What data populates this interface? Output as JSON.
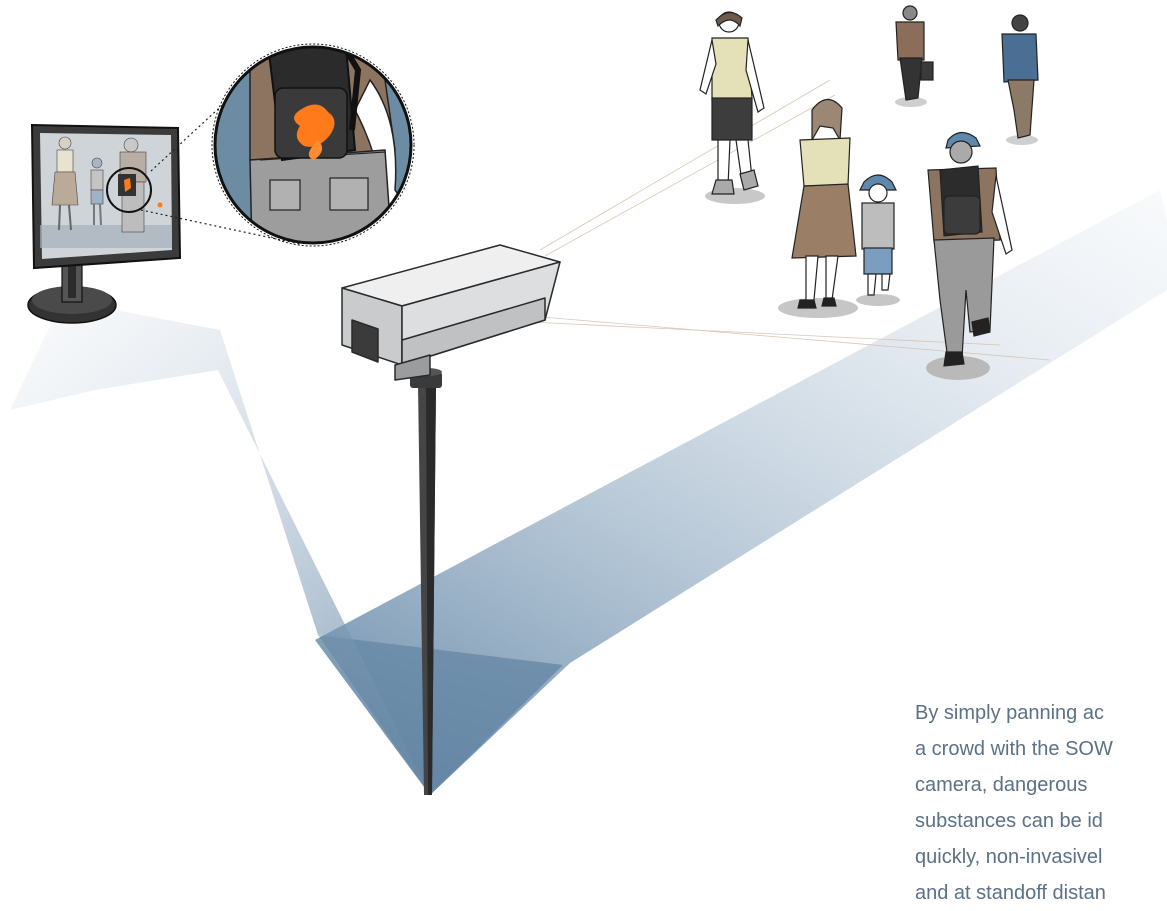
{
  "caption": {
    "lines": [
      "By simply panning ac",
      "a crowd with the SOW",
      "camera, dangerous",
      "substances can be id",
      "quickly, non-invasivel",
      "and at standoff distan"
    ]
  },
  "colors": {
    "beam": "#6e8fac",
    "monitor_bg": "#cfd4d8",
    "lens_bg": "#6c8ca3",
    "threat": "#ff7a1a",
    "camera_body": "#d8dadb",
    "pole": "#444444",
    "caption_text": "#5b7185"
  }
}
